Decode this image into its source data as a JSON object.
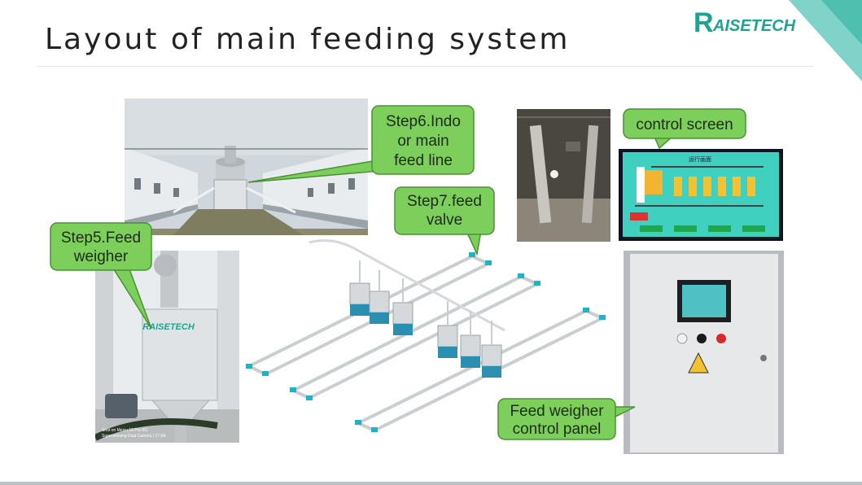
{
  "slide": {
    "title": "Layout of main feeding system",
    "logo_text": "AISETECH",
    "logo_letter": "R",
    "brand_color": "#1fa38e"
  },
  "callouts": {
    "step6": [
      "Step6.Indo",
      "or main",
      "feed line"
    ],
    "step7": [
      "Step7.feed",
      "valve"
    ],
    "step5": [
      "Step5.Feed",
      "weigher"
    ],
    "control_screen": [
      "control screen"
    ],
    "panel": [
      "Feed weigher",
      "control panel"
    ]
  },
  "photos": {
    "weigher_label": "RAISETECH",
    "weigher_watermark": [
      "Shot on Meizu 16 Pro 5G",
      "Supersensing Dual Camera | 17.0A"
    ],
    "screen_header": "运行画面"
  },
  "colors": {
    "callout_fill": "#7dcf5b",
    "callout_border": "#4b8f36",
    "accent": "#3fd0c0"
  }
}
